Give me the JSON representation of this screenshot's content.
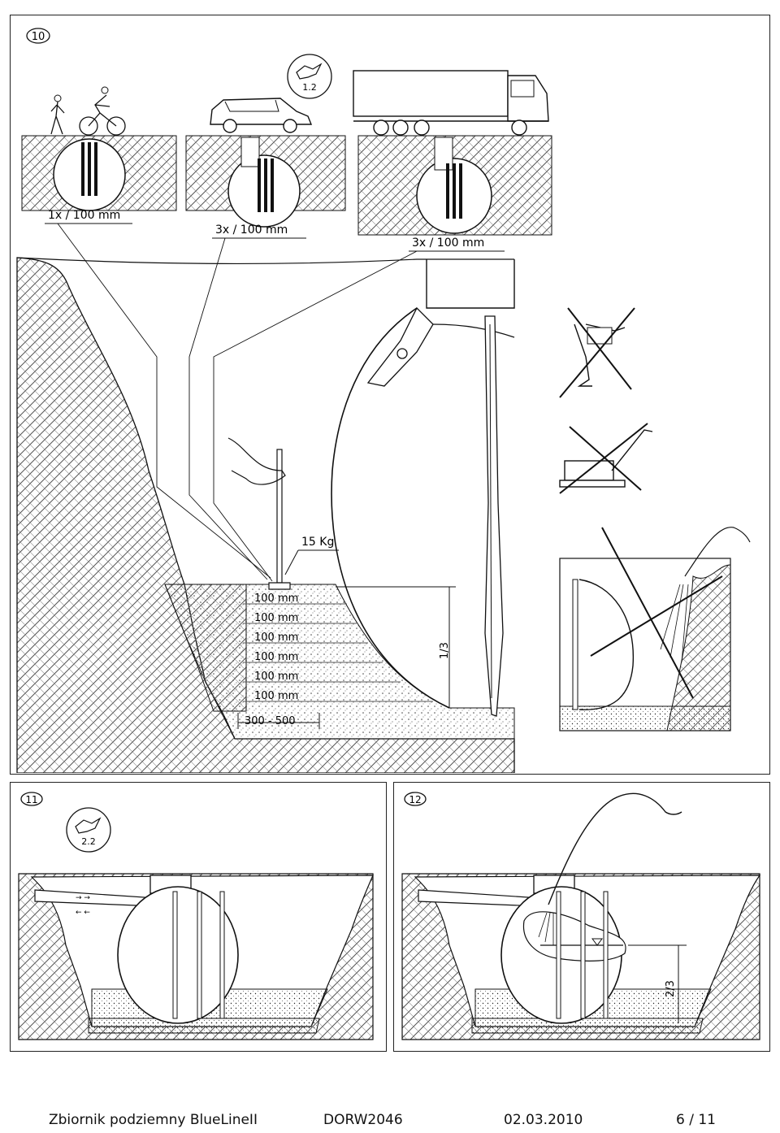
{
  "figure10": {
    "number": "10",
    "ref_badge": "1.2",
    "labels": {
      "pedestrian_load": "1x / 100 mm",
      "car_load": "3x / 100 mm",
      "truck_load": "3x / 100 mm",
      "tamper_weight": "15 Kg",
      "ratio": "1/3",
      "trench_width": "300 - 500"
    },
    "layers": [
      "100 mm",
      "100 mm",
      "100 mm",
      "100 mm",
      "100 mm",
      "100 mm"
    ]
  },
  "figure11": {
    "number": "11",
    "ref_badge": "2.2"
  },
  "figure12": {
    "number": "12",
    "ratio": "2/3"
  },
  "footer": {
    "title": "Zbiornik podziemny BlueLineII",
    "code": "DORW2046",
    "date": "02.03.2010",
    "page": "6 / 11"
  }
}
